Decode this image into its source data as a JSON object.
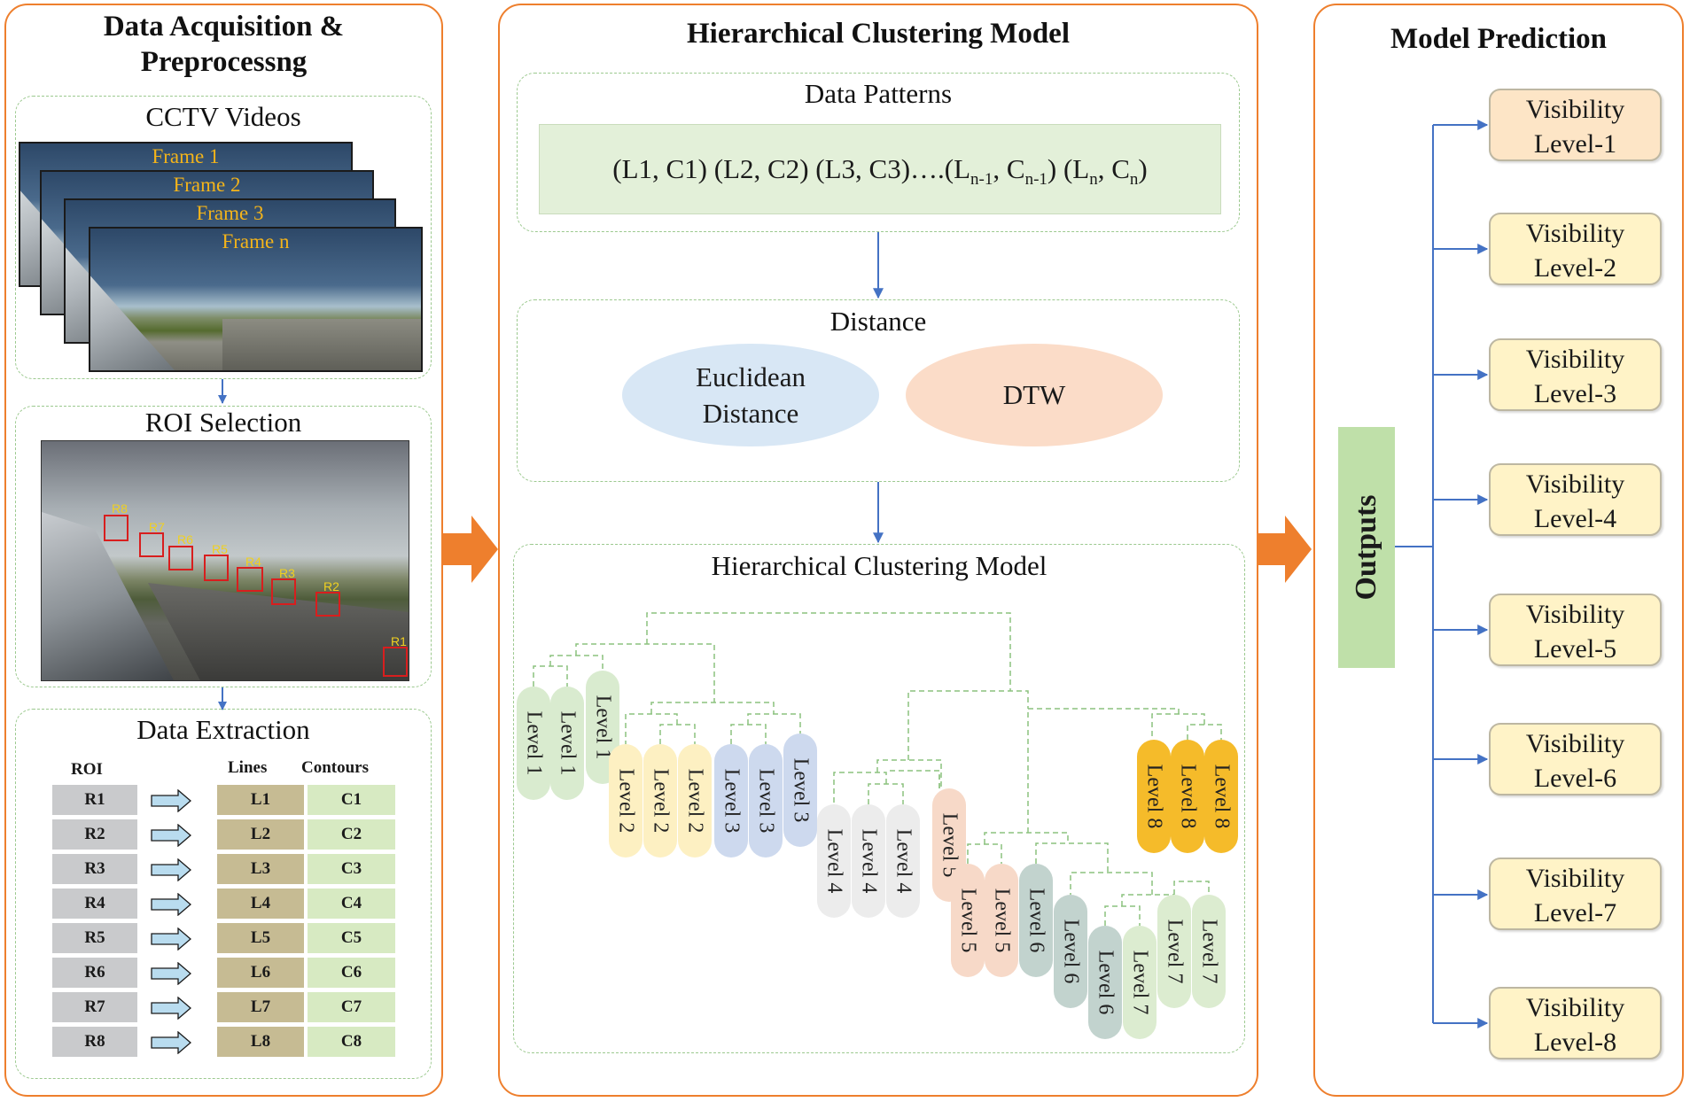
{
  "panels": {
    "left_title": "Data Acquisition & Preprocessng",
    "middle_title": "Hierarchical Clustering Model",
    "right_title": "Model Prediction"
  },
  "cctv": {
    "title": "CCTV Videos",
    "frames": [
      "Frame 1",
      "Frame 2",
      "Frame 3",
      "Frame n"
    ]
  },
  "roi_selection": {
    "title": "ROI Selection",
    "labels": [
      "R8",
      "R7",
      "R6",
      "R5",
      "R4",
      "R3",
      "R2",
      "R1"
    ]
  },
  "data_extraction": {
    "title": "Data Extraction",
    "headers": {
      "roi": "ROI",
      "lines": "Lines",
      "contours": "Contours"
    },
    "rows": [
      {
        "roi": "R1",
        "line": "L1",
        "contour": "C1"
      },
      {
        "roi": "R2",
        "line": "L2",
        "contour": "C2"
      },
      {
        "roi": "R3",
        "line": "L3",
        "contour": "C3"
      },
      {
        "roi": "R4",
        "line": "L4",
        "contour": "C4"
      },
      {
        "roi": "R5",
        "line": "L5",
        "contour": "C5"
      },
      {
        "roi": "R6",
        "line": "L6",
        "contour": "C6"
      },
      {
        "roi": "R7",
        "line": "L7",
        "contour": "C7"
      },
      {
        "roi": "R8",
        "line": "L8",
        "contour": "C8"
      }
    ]
  },
  "patterns": {
    "title": "Data Patterns",
    "formula_a": "(L1, C1) (L2, C2) (L3, C3)….(L",
    "sub_n1": "n-1",
    "comma": ", C",
    "formula_b": ") (L",
    "sub_n": "n",
    "formula_c": ")"
  },
  "distance": {
    "title": "Distance",
    "euclidean": "Euclidean Distance",
    "dtw": "DTW"
  },
  "dendrogram": {
    "title": "Hierarchical Clustering Model",
    "leaves": [
      {
        "label": "Level 1",
        "level": 1
      },
      {
        "label": "Level 1",
        "level": 1
      },
      {
        "label": "Level 1",
        "level": 1
      },
      {
        "label": "Level 2",
        "level": 2
      },
      {
        "label": "Level 2",
        "level": 2
      },
      {
        "label": "Level 2",
        "level": 2
      },
      {
        "label": "Level 3",
        "level": 3
      },
      {
        "label": "Level 3",
        "level": 3
      },
      {
        "label": "Level 3",
        "level": 3
      },
      {
        "label": "Level 4",
        "level": 4
      },
      {
        "label": "Level 4",
        "level": 4
      },
      {
        "label": "Level 4",
        "level": 4
      },
      {
        "label": "Level 5",
        "level": 5
      },
      {
        "label": "Level 5",
        "level": 5
      },
      {
        "label": "Level 5",
        "level": 5
      },
      {
        "label": "Level 6",
        "level": 6
      },
      {
        "label": "Level 6",
        "level": 6
      },
      {
        "label": "Level 6",
        "level": 6
      },
      {
        "label": "Level 7",
        "level": 7
      },
      {
        "label": "Level 7",
        "level": 7
      },
      {
        "label": "Level 7",
        "level": 7
      },
      {
        "label": "Level 8",
        "level": 8
      },
      {
        "label": "Level 8",
        "level": 8
      },
      {
        "label": "Level 8",
        "level": 8
      }
    ],
    "level_colors": {
      "1": "#d9ebcf",
      "2": "#fdf0c2",
      "3": "#cdd9ee",
      "4": "#ececec",
      "5": "#f7d9c8",
      "6": "#c2d3ce",
      "7": "#dcecd0",
      "8": "#f5bb2a"
    }
  },
  "outputs": {
    "label": "Outputs",
    "levels": [
      {
        "line1": "Visibility",
        "line2": "Level-1"
      },
      {
        "line1": "Visibility",
        "line2": "Level-2"
      },
      {
        "line1": "Visibility",
        "line2": "Level-3"
      },
      {
        "line1": "Visibility",
        "line2": "Level-4"
      },
      {
        "line1": "Visibility",
        "line2": "Level-5"
      },
      {
        "line1": "Visibility",
        "line2": "Level-6"
      },
      {
        "line1": "Visibility",
        "line2": "Level-7"
      },
      {
        "line1": "Visibility",
        "line2": "Level-8"
      }
    ]
  },
  "colors": {
    "panel_border": "#ee7f2d",
    "flow_arrow": "#ee7f2d",
    "connector": "#4472c4",
    "dashed_border": "#9cc98f",
    "outputs_fill": "#bfe0a9",
    "level1_fill": "#fde5c6"
  }
}
